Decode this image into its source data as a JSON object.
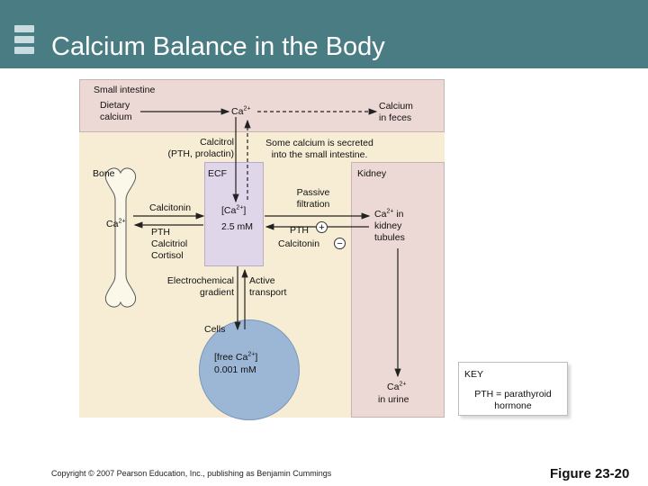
{
  "header": {
    "title": "Calcium Balance in the Body",
    "bg_color": "#4a7c84"
  },
  "labels": {
    "small_intestine": "Small intestine",
    "dietary_calcium": "Dietary\ncalcium",
    "ca_intestine": "Ca",
    "calcium_in_feces": "Calcium\nin feces",
    "calcitrol": "Calcitrol\n(PTH, prolactin)",
    "secreted_note": "Some calcium is secreted\ninto the small intestine.",
    "bone": "Bone",
    "ecf": "ECF",
    "kidney": "Kidney",
    "calcitonin_bone": "Calcitonin",
    "ca_bone": "Ca",
    "pth_bone": "PTH\nCalcitriol\nCortisol",
    "ca_conc": "[Ca",
    "ca_conc_close": "]",
    "ecf_value": "2.5 mM",
    "passive_filtration": "Passive\nfiltration",
    "pth_kidney": "PTH",
    "calcitonin_kidney": "Calcitonin",
    "plus": "+",
    "minus": "−",
    "ca_kidney_tubules": "Ca",
    "kidney_tubules_text": " in\nkidney\ntubules",
    "electrochemical": "Electrochemical\ngradient",
    "active_transport": "Active\ntransport",
    "cells": "Cells",
    "free_ca": "[free Ca",
    "free_ca_close": "]",
    "cell_value": "0.001 mM",
    "ca_urine": "Ca",
    "in_urine": "in urine",
    "charge": "2+"
  },
  "key": {
    "title": "KEY",
    "pth_def": "PTH = parathyroid\nhormone"
  },
  "footer": {
    "copyright": "Copyright © 2007 Pearson Education, Inc., publishing as Benjamin Cummings",
    "figure": "Figure 23-20"
  },
  "colors": {
    "intestine": "#ecd8d4",
    "kidney": "#ecd8d4",
    "ecf": "#e0d6ea",
    "cell": "#9cb6d6",
    "background": "#f6edd4"
  }
}
